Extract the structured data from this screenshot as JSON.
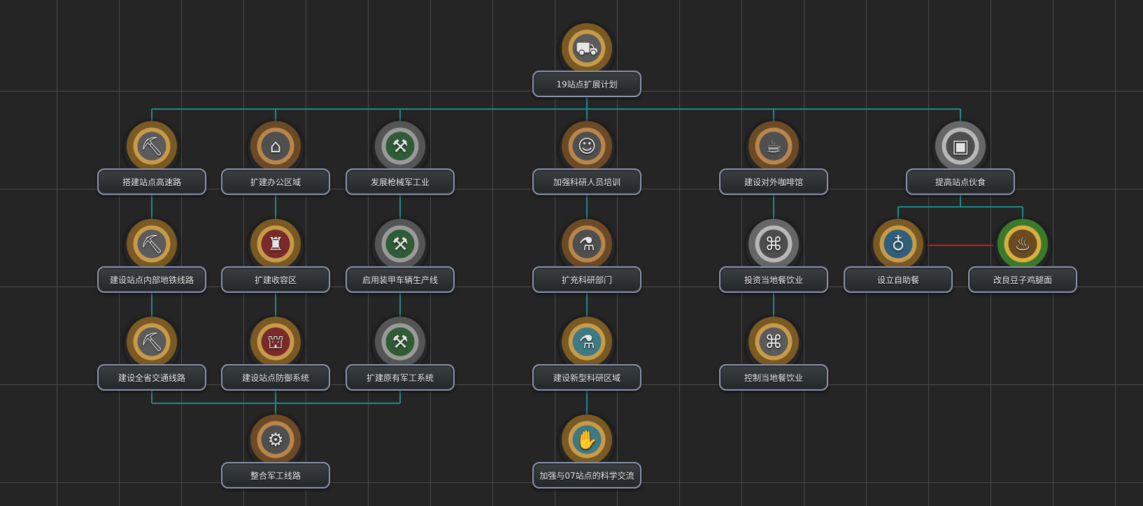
{
  "colors": {
    "background": "#252525",
    "grid": "#4a4a4a",
    "prerequisite_line": "#1e8a88",
    "exclusive_line": "#d01c1c",
    "plate_border": "#8a93a8",
    "label_text": "#f0f0f0"
  },
  "focuses": [
    {
      "id": "root",
      "label": "19站点扩展计划",
      "icon": "tank-factory-icon",
      "glyph": "⛟",
      "style": "gold"
    },
    {
      "id": "highway",
      "label": "搭建站点高速路",
      "icon": "bulldozer-icon",
      "glyph": "⛏",
      "style": "gold"
    },
    {
      "id": "office",
      "label": "扩建办公区域",
      "icon": "office-building-icon",
      "glyph": "⌂",
      "style": "bronze"
    },
    {
      "id": "arms",
      "label": "发展枪械军工业",
      "icon": "arms-factory-icon",
      "glyph": "⚒",
      "style": "green"
    },
    {
      "id": "research",
      "label": "加强科研人员培训",
      "icon": "scientist-icon",
      "glyph": "☺",
      "style": "bronze"
    },
    {
      "id": "cafe",
      "label": "建设对外咖啡馆",
      "icon": "factory-icon",
      "glyph": "☕",
      "style": "bronze"
    },
    {
      "id": "food",
      "label": "提高站点伙食",
      "icon": "food-crate-icon",
      "glyph": "▣",
      "style": "silver"
    },
    {
      "id": "subway",
      "label": "建设站点内部地铁线路",
      "icon": "bulldozer-icon",
      "glyph": "⛏",
      "style": "gold"
    },
    {
      "id": "shelter",
      "label": "扩建收容区",
      "icon": "soldier-icon",
      "glyph": "♜",
      "style": "red"
    },
    {
      "id": "armor",
      "label": "启用装甲车辆生产线",
      "icon": "arms-factory-icon",
      "glyph": "⚒",
      "style": "green"
    },
    {
      "id": "expand_research",
      "label": "扩充科研部门",
      "icon": "flask-icon",
      "glyph": "⚗",
      "style": "bronze"
    },
    {
      "id": "invest_food",
      "label": "投资当地餐饮业",
      "icon": "factory-icon",
      "glyph": "⌘",
      "style": "silver"
    },
    {
      "id": "buffet",
      "label": "设立自助餐",
      "icon": "champagne-icon",
      "glyph": "♁",
      "style": "blue"
    },
    {
      "id": "noodles",
      "label": "改良豆子鸡腿面",
      "icon": "noodles-icon",
      "glyph": "♨",
      "style": "multi"
    },
    {
      "id": "traffic",
      "label": "建设全省交通线路",
      "icon": "bulldozer-icon",
      "glyph": "⛏",
      "style": "gold"
    },
    {
      "id": "defense",
      "label": "建设站点防御系统",
      "icon": "fortification-icon",
      "glyph": "⛫",
      "style": "red"
    },
    {
      "id": "military",
      "label": "扩建原有军工系统",
      "icon": "arms-factory-icon",
      "glyph": "⚒",
      "style": "green"
    },
    {
      "id": "new_research",
      "label": "建设新型科研区域",
      "icon": "flasks-icon",
      "glyph": "⚗",
      "style": "teal"
    },
    {
      "id": "control_food",
      "label": "控制当地餐饮业",
      "icon": "factory-icon",
      "glyph": "⌘",
      "style": "gold"
    },
    {
      "id": "integrate",
      "label": "整合军工线路",
      "icon": "industrial-complex-icon",
      "glyph": "⚙",
      "style": "bronze"
    },
    {
      "id": "exchange",
      "label": "加强与07站点的科学交流",
      "icon": "handshake-flask-icon",
      "glyph": "✋",
      "style": "teal"
    }
  ],
  "prerequisites": [
    [
      "root",
      "highway"
    ],
    [
      "root",
      "office"
    ],
    [
      "root",
      "arms"
    ],
    [
      "root",
      "research"
    ],
    [
      "root",
      "cafe"
    ],
    [
      "root",
      "food"
    ],
    [
      "highway",
      "subway"
    ],
    [
      "office",
      "shelter"
    ],
    [
      "arms",
      "armor"
    ],
    [
      "research",
      "expand_research"
    ],
    [
      "cafe",
      "invest_food"
    ],
    [
      "food",
      "buffet"
    ],
    [
      "food",
      "noodles"
    ],
    [
      "subway",
      "traffic"
    ],
    [
      "shelter",
      "defense"
    ],
    [
      "armor",
      "military"
    ],
    [
      "expand_research",
      "new_research"
    ],
    [
      "invest_food",
      "control_food"
    ],
    [
      "traffic",
      "integrate"
    ],
    [
      "defense",
      "integrate"
    ],
    [
      "military",
      "integrate"
    ],
    [
      "new_research",
      "exchange"
    ]
  ],
  "mutually_exclusive": [
    [
      "buffet",
      "noodles"
    ]
  ]
}
